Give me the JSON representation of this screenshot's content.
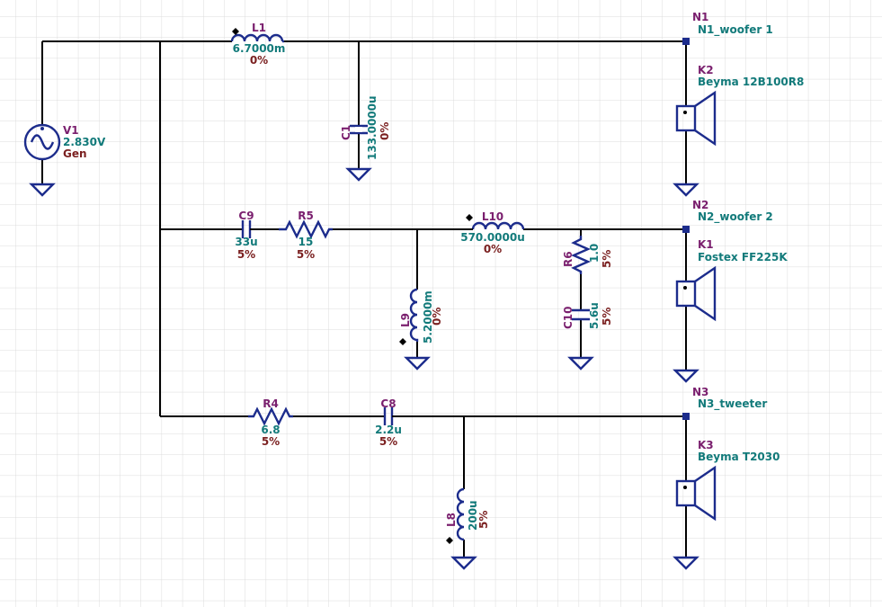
{
  "colors": {
    "background": "#ffffff",
    "grid": "#d0d0d0",
    "wire": "#000000",
    "component": "#1c2c8c",
    "ref_designator": "#7a1f6e",
    "value_text": "#127a7a",
    "tolerance_text": "#7a1f1f"
  },
  "source": {
    "ref": "V1",
    "value": "2.830V",
    "name": "Gen"
  },
  "components": {
    "L1": {
      "ref": "L1",
      "value": "6.7000m",
      "tol": "0%"
    },
    "C1": {
      "ref": "C1",
      "value": "133.0000u",
      "tol": "0%"
    },
    "C9": {
      "ref": "C9",
      "value": "33u",
      "tol": "5%"
    },
    "R5": {
      "ref": "R5",
      "value": "15",
      "tol": "5%"
    },
    "L10": {
      "ref": "L10",
      "value": "570.0000u",
      "tol": "0%"
    },
    "L9": {
      "ref": "L9",
      "value": "5.2000m",
      "tol": "0%"
    },
    "R6": {
      "ref": "R6",
      "value": "1.0",
      "tol": "5%"
    },
    "C10": {
      "ref": "C10",
      "value": "5.6u",
      "tol": "5%"
    },
    "R4": {
      "ref": "R4",
      "value": "6.8",
      "tol": "5%"
    },
    "C8": {
      "ref": "C8",
      "value": "2.2u",
      "tol": "5%"
    },
    "L8": {
      "ref": "L8",
      "value": "200u",
      "tol": "5%"
    }
  },
  "nodes": {
    "N1": {
      "ref": "N1",
      "name": "N1_woofer 1"
    },
    "N2": {
      "ref": "N2",
      "name": "N2_woofer 2"
    },
    "N3": {
      "ref": "N3",
      "name": "N3_tweeter"
    }
  },
  "speakers": {
    "K2": {
      "ref": "K2",
      "model": "Beyma 12B100R8"
    },
    "K1": {
      "ref": "K1",
      "model": "Fostex FF225K"
    },
    "K3": {
      "ref": "K3",
      "model": "Beyma T2030"
    }
  }
}
